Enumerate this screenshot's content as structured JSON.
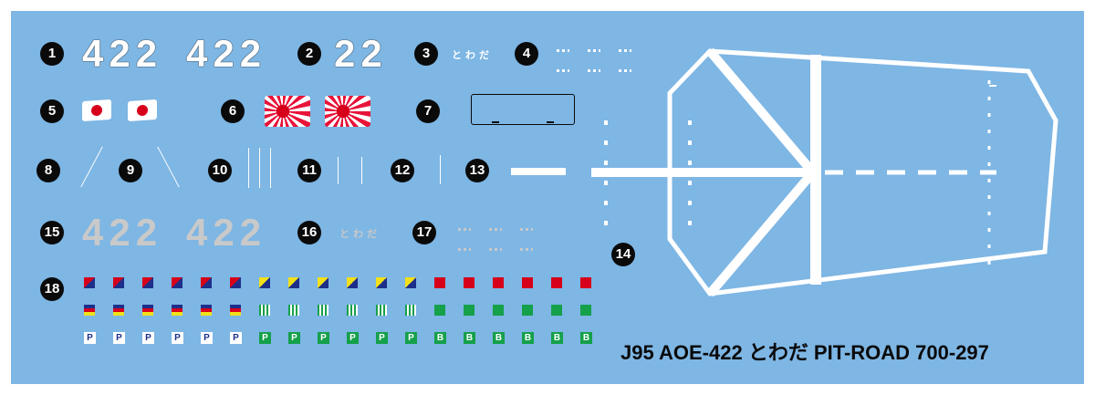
{
  "decal_numbers": [
    "1",
    "2",
    "3",
    "4",
    "5",
    "6",
    "7",
    "8",
    "9",
    "10",
    "11",
    "12",
    "13",
    "14",
    "15",
    "16",
    "17",
    "18"
  ],
  "hull_numbers": {
    "white_pair": [
      "422",
      "422"
    ],
    "white_small": "22",
    "grey_pair": [
      "422",
      "422"
    ]
  },
  "ship_name_kana": "とわだ",
  "ship_name_kana_grey": "とわだ",
  "signal_flag_letters": {
    "p": "P",
    "b": "B"
  },
  "footer_text": "J95 AOE-422 とわだ PIT-ROAD 700-297",
  "colors": {
    "sheet_background": "#7eb6e4",
    "marking_white": "#ffffff",
    "marking_grey": "#c9c9c9",
    "badge_black": "#0a0a0a",
    "flag_red": "#d7001a",
    "signal_green": "#15a04a",
    "signal_blue": "#1d2f8a",
    "signal_yellow": "#f2e01a"
  },
  "icons": {
    "hinomaru": "japanese-flag-icon",
    "rising_sun": "rising-sun-flag-icon"
  }
}
